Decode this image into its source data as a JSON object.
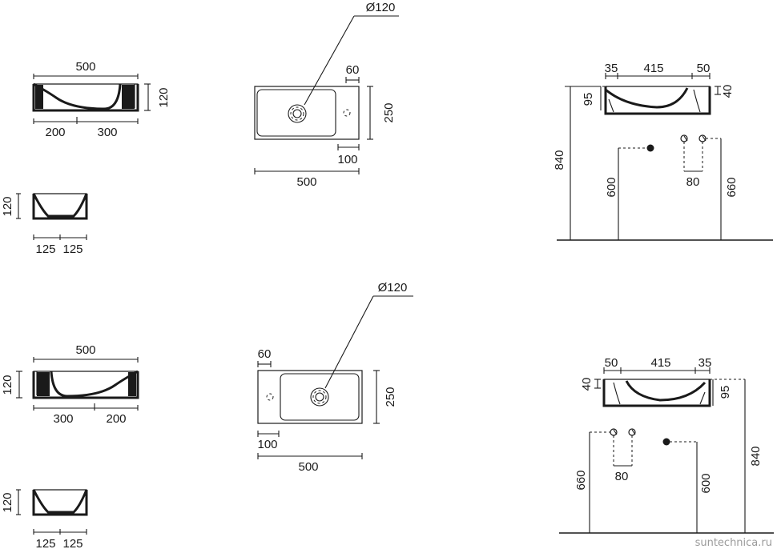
{
  "drawing": {
    "top": {
      "front": {
        "width": "500",
        "height": "120",
        "left": "200",
        "right": "300"
      },
      "side": {
        "height": "120",
        "half_a": "125",
        "half_b": "125"
      },
      "plan": {
        "drain": "Ø120",
        "tap_offset": "60",
        "depth": "250",
        "tap_from_edge": "100",
        "width": "500"
      },
      "install": {
        "left_margin": "35",
        "span": "415",
        "right_margin": "50",
        "bowl_depth": "95",
        "rim": "40",
        "height": "840",
        "drain_height": "600",
        "supply_spacing": "80",
        "supply_height": "660"
      }
    },
    "bottom": {
      "front": {
        "width": "500",
        "height": "120",
        "left": "300",
        "right": "200"
      },
      "side": {
        "height": "120",
        "half_a": "125",
        "half_b": "125"
      },
      "plan": {
        "drain": "Ø120",
        "tap_offset": "60",
        "depth": "250",
        "tap_from_edge": "100",
        "width": "500"
      },
      "install": {
        "left_margin": "50",
        "span": "415",
        "right_margin": "35",
        "rim": "40",
        "bowl_depth": "95",
        "height": "840",
        "supply_height": "660",
        "supply_spacing": "80",
        "drain_height": "600"
      }
    }
  },
  "watermark": "suntechnica.ru"
}
